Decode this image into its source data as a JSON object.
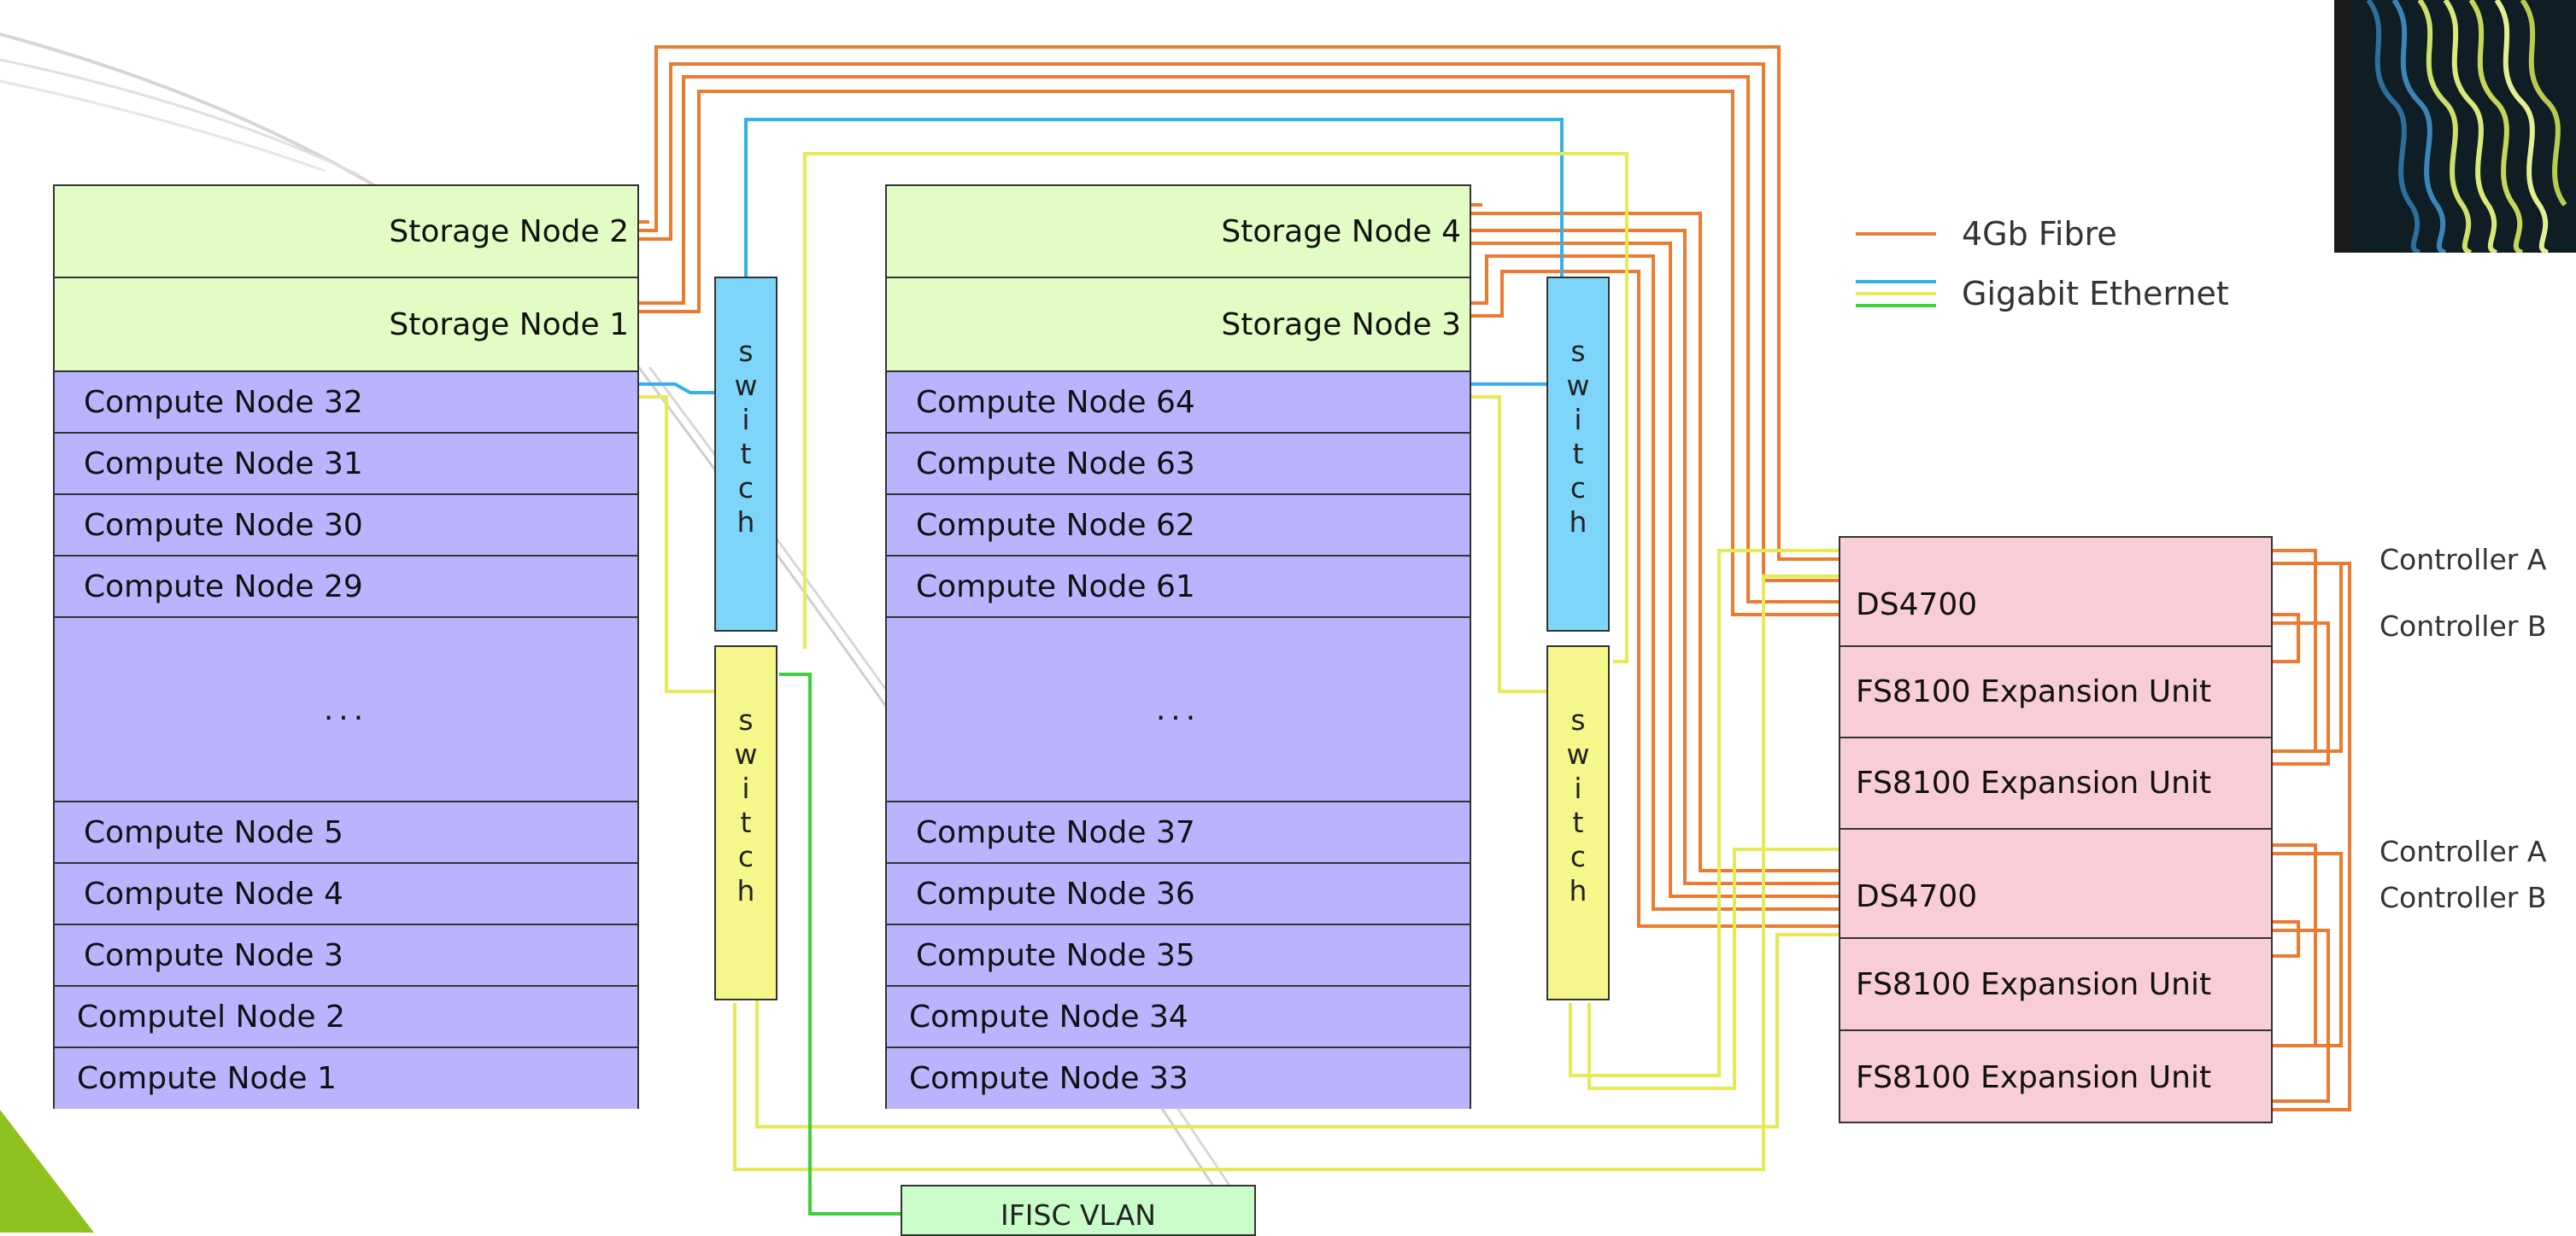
{
  "racks": [
    {
      "storage": [
        "Storage Node 2",
        "Storage Node 1"
      ],
      "compute_top": [
        "Compute Node 32",
        "Compute Node 31",
        "Compute Node 30",
        "Compute Node 29"
      ],
      "ellipsis": "...",
      "compute_bottom": [
        "Compute Node 5",
        "Compute Node 4",
        "Compute Node 3",
        "Computel Node 2",
        "Compute Node 1"
      ]
    },
    {
      "storage": [
        "Storage Node 4",
        "Storage Node 3"
      ],
      "compute_top": [
        "Compute Node 64",
        "Compute Node 63",
        "Compute Node 62",
        "Compute Node 61"
      ],
      "ellipsis": "...",
      "compute_bottom": [
        "Compute Node 37",
        "Compute Node 36",
        "Compute Node 35",
        "Compute Node 34",
        "Compute Node 33"
      ]
    }
  ],
  "switch_letters": [
    "s",
    "w",
    "i",
    "t",
    "c",
    "h"
  ],
  "legend": {
    "fibre": "4Gb Fibre",
    "ethernet": "Gigabit Ethernet"
  },
  "san": [
    {
      "units": [
        "DS4700",
        "FS8100 Expansion Unit",
        "FS8100 Expansion Unit"
      ],
      "controllers": [
        "Controller A",
        "Controller B"
      ]
    },
    {
      "units": [
        "DS4700",
        "FS8100 Expansion Unit",
        "FS8100 Expansion Unit"
      ],
      "controllers": [
        "Controller A",
        "Controller B"
      ]
    }
  ],
  "vlan_label": "IFISC VLAN",
  "colors": {
    "fibre": "#ec7b30",
    "ethernet_blue": "#33b1e9",
    "ethernet_yellow": "#e5ea55",
    "ethernet_green": "#3ed13b",
    "storage_bg": "#e1fdc3",
    "compute_bg": "#bab4fe",
    "san_bg": "#f8cdd6"
  }
}
